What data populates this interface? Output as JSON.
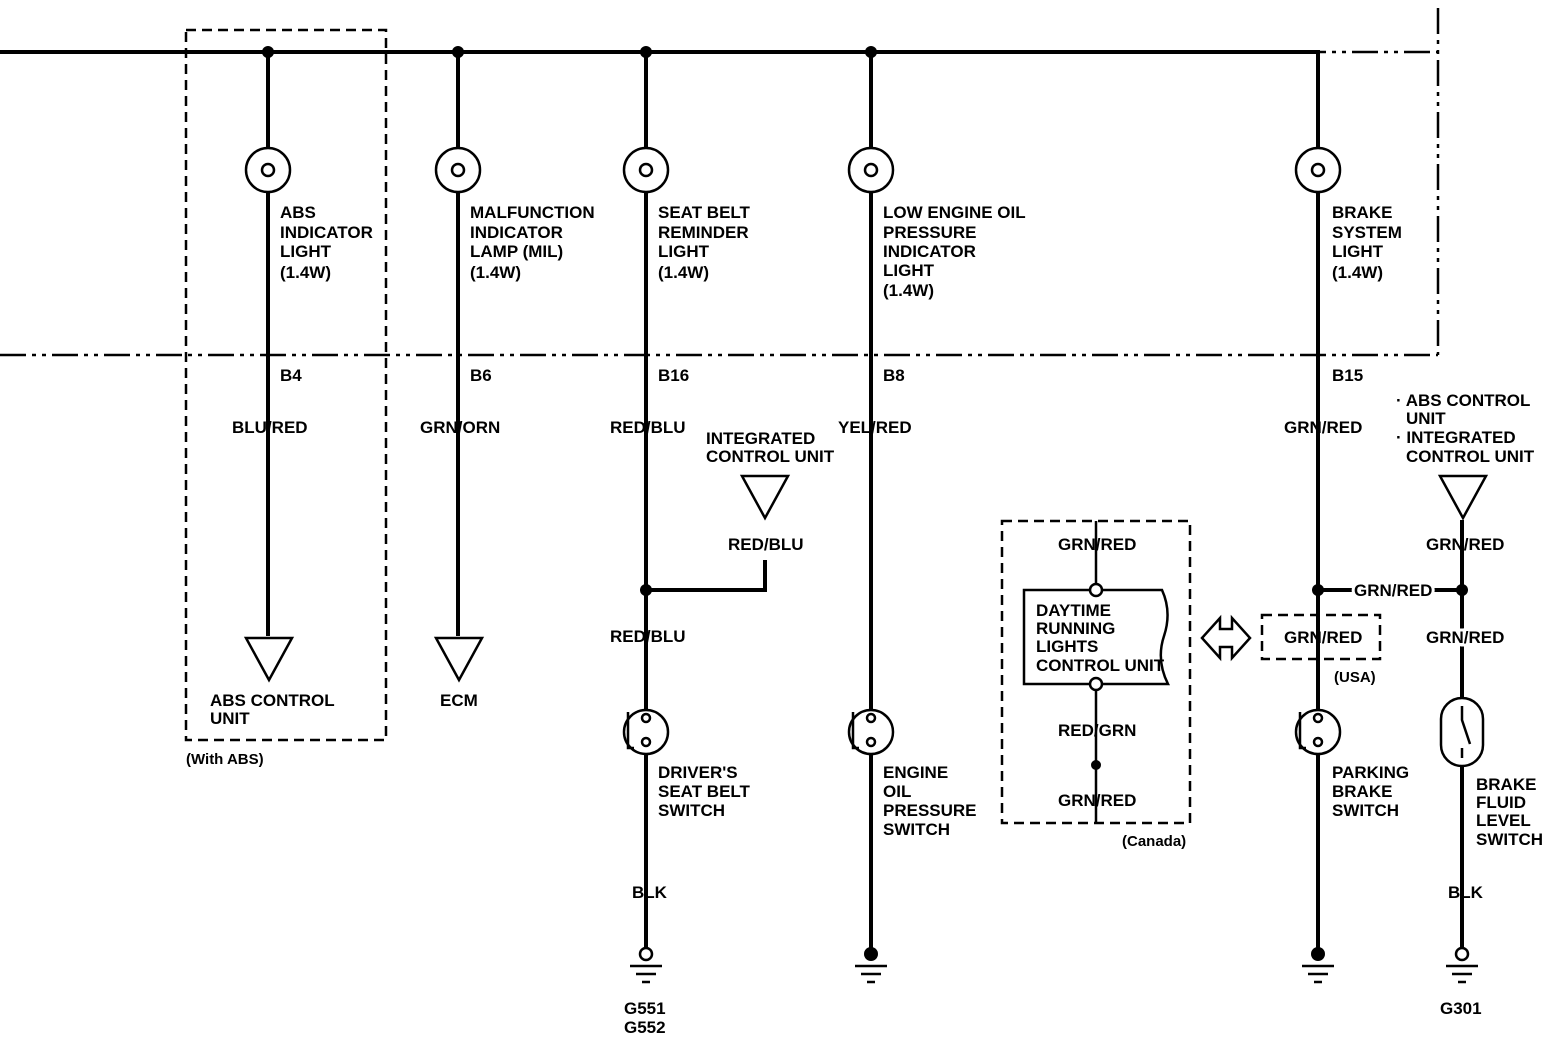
{
  "lights": {
    "abs": [
      "ABS",
      "INDICATOR",
      "LIGHT",
      "(1.4W)"
    ],
    "mil": [
      "MALFUNCTION",
      "INDICATOR",
      "LAMP (MIL)",
      "(1.4W)"
    ],
    "seatbelt": [
      "SEAT BELT",
      "REMINDER",
      "LIGHT",
      "(1.4W)"
    ],
    "oil": [
      "LOW ENGINE OIL",
      "PRESSURE",
      "INDICATOR",
      "LIGHT",
      "(1.4W)"
    ],
    "brake": [
      "BRAKE",
      "SYSTEM",
      "LIGHT",
      "(1.4W)"
    ]
  },
  "terminals": {
    "abs": "B4",
    "mil": "B6",
    "seatbelt": "B16",
    "oil": "B8",
    "brake": "B15"
  },
  "wires": {
    "abs": "BLU/RED",
    "mil": "GRN/ORN",
    "seatbelt_top": "RED/BLU",
    "seatbelt_branch": "RED/BLU",
    "seatbelt_bottom": "RED/BLU",
    "seatbelt_ground": "BLK",
    "oil": "YEL/RED",
    "brake_top": "GRN/RED",
    "drl_top": "GRN/RED",
    "drl_mid": "RED/GRN",
    "drl_bottom": "GRN/RED",
    "usa_jumper": "GRN/RED",
    "brake_splice": "GRN/RED",
    "abs_integrated": "GRN/RED",
    "fluid_top": "GRN/RED",
    "fluid_ground": "BLK"
  },
  "units": {
    "abs_control": [
      "ABS CONTROL",
      "UNIT"
    ],
    "ecm": "ECM",
    "integrated": [
      "INTEGRATED",
      "CONTROL UNIT"
    ],
    "drl": [
      "DAYTIME",
      "RUNNING",
      "LIGHTS",
      "CONTROL UNIT"
    ],
    "abs_integrated": [
      "· ABS CONTROL",
      "UNIT",
      "· INTEGRATED",
      "CONTROL UNIT"
    ]
  },
  "switches": {
    "seatbelt": [
      "DRIVER'S",
      "SEAT BELT",
      "SWITCH"
    ],
    "oil": [
      "ENGINE",
      "OIL",
      "PRESSURE",
      "SWITCH"
    ],
    "parking": [
      "PARKING",
      "BRAKE",
      "SWITCH"
    ],
    "fluid": [
      "BRAKE",
      "FLUID",
      "LEVEL",
      "SWITCH"
    ]
  },
  "notes": {
    "with_abs": "(With ABS)",
    "canada": "(Canada)",
    "usa": "(USA)"
  },
  "grounds": {
    "seatbelt": [
      "G551",
      "G552"
    ],
    "fluid": "G301"
  }
}
